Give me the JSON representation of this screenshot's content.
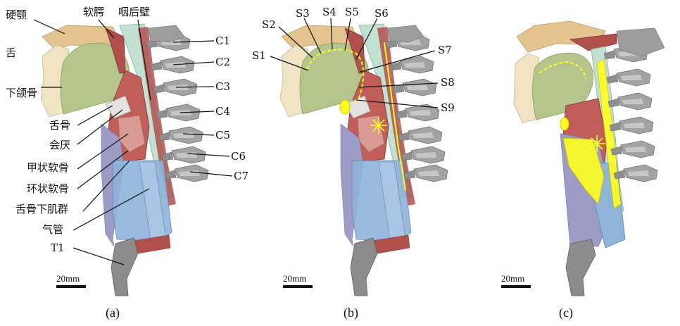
{
  "panel_a": {
    "labels": {
      "hard_palate": "硬颚",
      "soft_palate": "软腭",
      "pharyngeal_wall": "咽后壁",
      "tongue": "舌",
      "mandible": "下颌骨",
      "hyoid": "舌骨",
      "epiglottis": "会厌",
      "thyroid_cartilage": "甲状软骨",
      "cricoid_cartilage": "环状软骨",
      "infrahyoid_muscles": "舌骨下肌群",
      "trachea": "气管",
      "t1": "T1"
    },
    "vertebrae": [
      "C1",
      "C2",
      "C3",
      "C4",
      "C5",
      "C6",
      "C7"
    ],
    "scale_bar": "20mm",
    "caption": "(a)"
  },
  "panel_b": {
    "sensors": [
      "S1",
      "S2",
      "S3",
      "S4",
      "S5",
      "S6",
      "S7",
      "S8",
      "S9"
    ],
    "scale_bar": "20mm",
    "caption": "(b)"
  },
  "panel_c": {
    "scale_bar": "20mm",
    "caption": "(c)"
  },
  "colors": {
    "bone": "#e3c48e",
    "tongue": "#b5c58c",
    "mandible": "#efe3c4",
    "muscle": "#b0504d",
    "muscle_light": "#d89a92",
    "pharynx_mint": "#c3e1d3",
    "trachea_blue": "#8fb3d9",
    "lavender": "#9f9bc7",
    "vertebra": "#9a9a9a",
    "highlight": "#ffff1e"
  }
}
